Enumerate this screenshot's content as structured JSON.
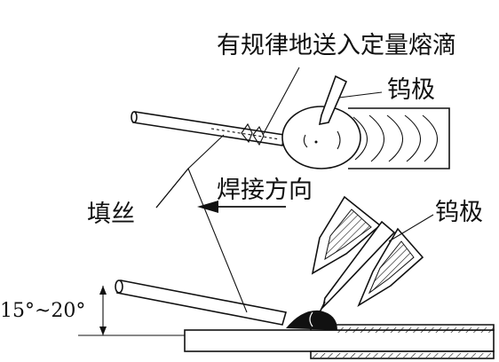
{
  "labels": {
    "feed_note": "有规律地送入定量熔滴",
    "tungsten_top": "钨极",
    "direction": "焊接方向",
    "filler": "填丝",
    "tungsten_bottom": "钨极",
    "angle": "15°~20°"
  }
}
